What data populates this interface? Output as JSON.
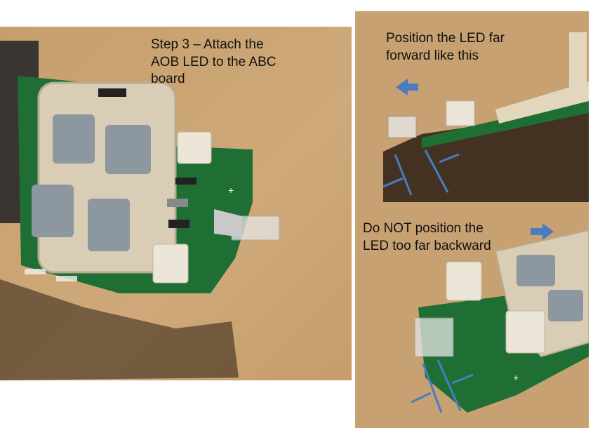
{
  "panels": {
    "main": {
      "caption_line1": "Step 3 – Attach the",
      "caption_line2": "AOB LED to the ABC",
      "caption_line3": "board",
      "silkscreen_plus": "+"
    },
    "forward": {
      "caption_line1": "Position the LED far",
      "caption_line2": "forward like this",
      "arrow_icon": "left-arrow-icon"
    },
    "backward": {
      "caption_line1": "Do NOT position the",
      "caption_line2": "LED too far backward",
      "arrow_icon": "right-arrow-icon",
      "silkscreen_plus": "+"
    }
  },
  "colors": {
    "background_cardboard": "#c8a172",
    "pcb_green": "#1f6e33",
    "holder_beige": "#d9cdb5",
    "pad_gray": "#8c97a0",
    "arrow_blue": "#4a7cc2",
    "indicator_line_blue": "#4a7cc2"
  }
}
